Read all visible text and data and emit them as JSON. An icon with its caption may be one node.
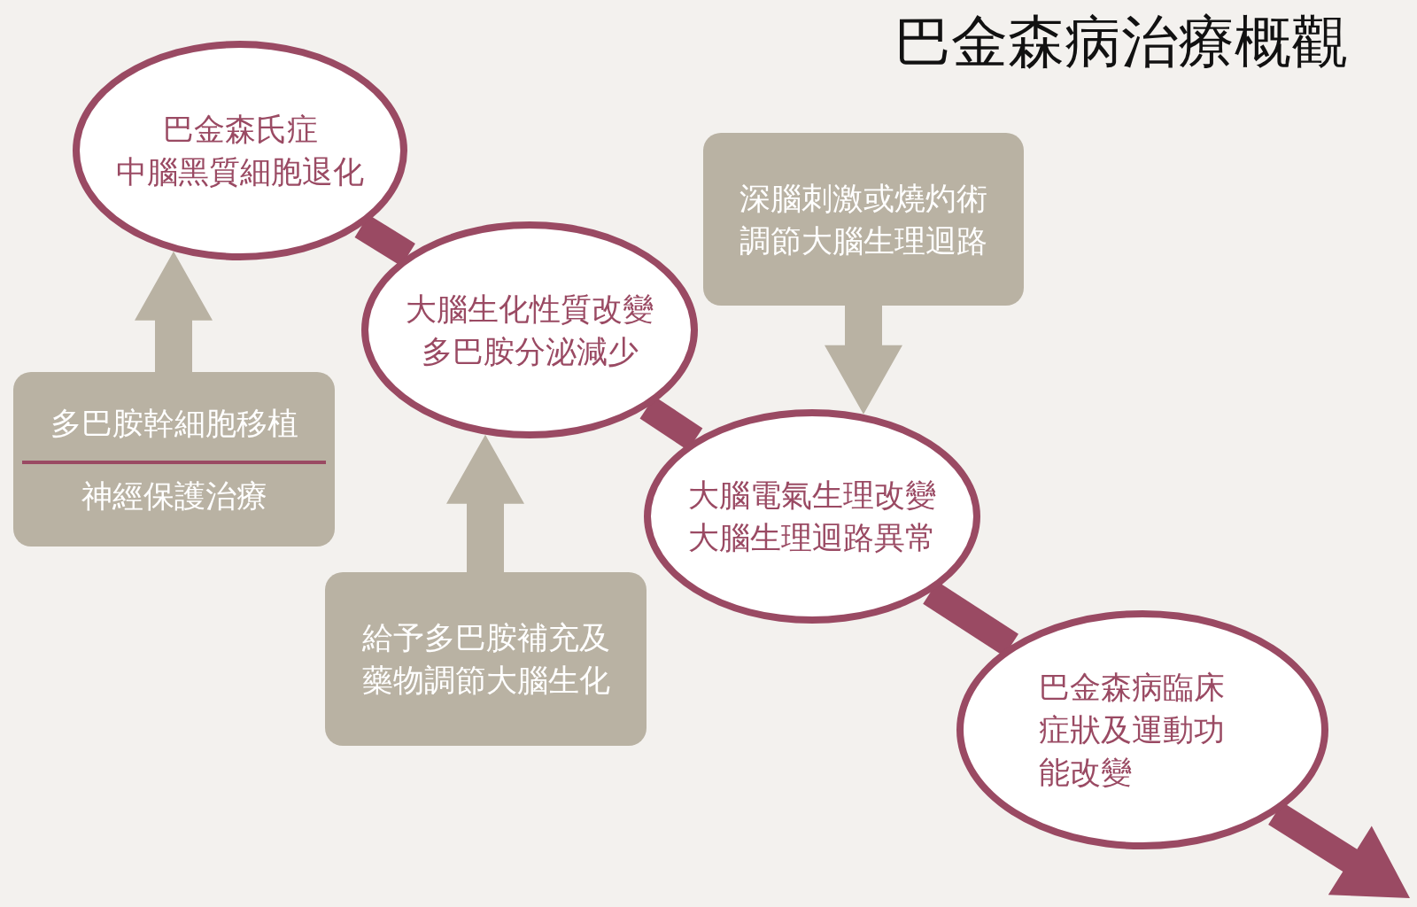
{
  "diagram": {
    "title": "巴金森病治療概觀",
    "nodes": [
      {
        "text": [
          "巴金森氏症",
          "中腦黑質細胞退化"
        ]
      },
      {
        "text": [
          "大腦生化性質改變",
          "多巴胺分泌減少"
        ]
      },
      {
        "text": [
          "大腦電氣生理改變",
          "大腦生理迴路異常"
        ]
      },
      {
        "text": [
          "巴金森病臨床症狀及運動功能改變"
        ]
      },
      {
        "text": [
          "多巴胺幹細胞移植",
          "神經保護治療"
        ]
      },
      {
        "text": [
          "給予多巴胺補充及藥物調節大腦生化"
        ]
      },
      {
        "text": [
          "深腦刺激或燒灼術",
          "調節大腦生理迴路"
        ]
      }
    ],
    "edges": [
      {
        "from": 0,
        "to": 1,
        "arrow": "none"
      },
      {
        "from": 1,
        "to": 2,
        "arrow": "none"
      },
      {
        "from": 2,
        "to": 3,
        "arrow": "none"
      },
      {
        "from": 3,
        "to": null,
        "arrow": "to"
      },
      {
        "from": 4,
        "to": 0,
        "arrow": "to",
        "color": "#b9b2a3"
      },
      {
        "from": 5,
        "to": 1,
        "arrow": "to",
        "color": "#b9b2a3"
      },
      {
        "from": 6,
        "to": 2,
        "arrow": "to",
        "color": "#b9b2a3"
      }
    ]
  }
}
